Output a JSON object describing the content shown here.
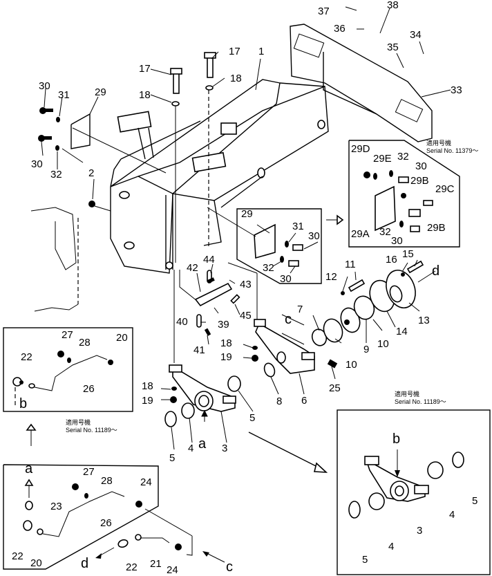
{
  "diagram": {
    "type": "exploded-parts-diagram",
    "serial_notes": {
      "upper_right": {
        "jp": "適用号機",
        "text": "Serial No. 11379～"
      },
      "left_inset": {
        "jp": "適用号機",
        "text": "Serial No. 11189～"
      },
      "right_inset": {
        "jp": "適用号機",
        "text": "Serial No. 11189～"
      }
    },
    "direction_letters": {
      "a": "a",
      "b": "b",
      "c": "c",
      "d": "d"
    },
    "callouts": {
      "p1": "1",
      "p2": "2",
      "p3": "3",
      "p4a": "4",
      "p5a": "5",
      "p5b": "5",
      "p6": "6",
      "p7": "7",
      "p8": "8",
      "p9": "9",
      "p10a": "10",
      "p10b": "10",
      "p11": "11",
      "p12": "12",
      "p13": "13",
      "p14": "14",
      "p15": "15",
      "p16": "16",
      "p17a": "17",
      "p17b": "17",
      "p18a": "18",
      "p18b": "18",
      "p18c": "18",
      "p18d": "18",
      "p19a": "19",
      "p19b": "19",
      "p25": "25",
      "p29a": "29",
      "p29b": "29",
      "p30a": "30",
      "p30b": "30",
      "p31a": "31",
      "p32a": "32",
      "p30c": "30",
      "p30d": "30",
      "p31b": "31",
      "p32b": "32",
      "p29A": "29A",
      "p29B1": "29B",
      "p29B2": "29B",
      "p29C": "29C",
      "p29D": "29D",
      "p29E": "29E",
      "p32c": "32",
      "p32d": "32",
      "p30e": "30",
      "p30f": "30",
      "p33": "33",
      "p34": "34",
      "p35": "35",
      "p36": "36",
      "p37": "37",
      "p38": "38",
      "p39": "39",
      "p40": "40",
      "p41": "41",
      "p42": "42",
      "p43": "43",
      "p44": "44",
      "p45": "45"
    },
    "inset_b_callouts": {
      "p3": "3",
      "p4a": "4",
      "p4b": "4",
      "p5a": "5",
      "p5b": "5"
    },
    "inset_upper_left_callouts": {
      "p20": "20",
      "p22": "22",
      "p26": "26",
      "p27": "27",
      "p28": "28"
    },
    "inset_lower_left_callouts": {
      "p20": "20",
      "p21": "21",
      "p22a": "22",
      "p22b": "22",
      "p23": "23",
      "p24a": "24",
      "p24b": "24",
      "p26": "26",
      "p27": "27",
      "p28": "28"
    }
  }
}
